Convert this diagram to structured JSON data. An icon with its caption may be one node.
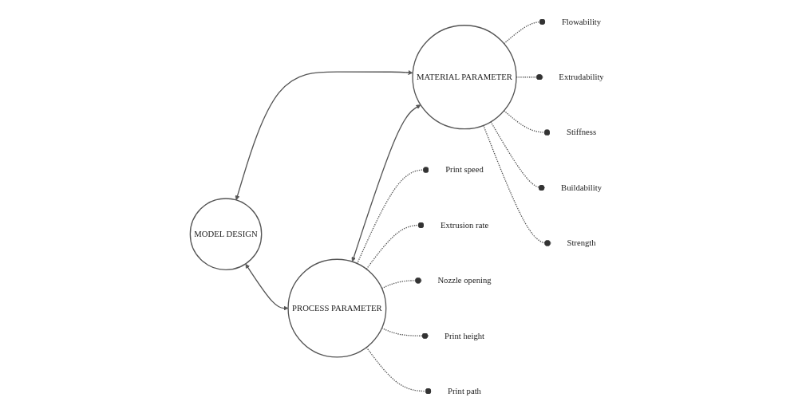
{
  "diagram": {
    "nodes": [
      {
        "text": [
          "MODEL DESIGN"
        ]
      },
      {
        "text": [
          "MATERIAL PARAMETER"
        ]
      },
      {
        "text": [
          "PROCESS PARAMETER"
        ]
      },
      {
        "text": [
          "Flowability"
        ]
      },
      {
        "text": [
          "Extrudability"
        ]
      },
      {
        "text": [
          "Stiffness"
        ]
      },
      {
        "text": [
          "Buildability"
        ]
      },
      {
        "text": [
          "Strength"
        ]
      },
      {
        "text": [
          "Print speed"
        ]
      },
      {
        "text": [
          "Extrusion rate"
        ]
      },
      {
        "text": [
          "Nozzle opening"
        ]
      },
      {
        "text": [
          "Print height"
        ]
      },
      {
        "text": [
          "Print path"
        ]
      }
    ],
    "edges": [
      {
        "from": 0,
        "to": 2,
        "arrow": "both"
      },
      {
        "from": 2,
        "to": 1,
        "arrow": "both"
      },
      {
        "from": 1,
        "to": 0,
        "arrow": "both"
      },
      {
        "from": 1,
        "to": 3,
        "arrow": "other",
        "style": "dashed"
      },
      {
        "from": 1,
        "to": 4,
        "arrow": "other",
        "style": "dashed"
      },
      {
        "from": 1,
        "to": 5,
        "arrow": "other",
        "style": "dashed"
      },
      {
        "from": 1,
        "to": 6,
        "arrow": "other",
        "style": "dashed"
      },
      {
        "from": 1,
        "to": 7,
        "arrow": "other",
        "style": "dashed"
      },
      {
        "from": 2,
        "to": 8,
        "arrow": "other",
        "style": "dashed"
      },
      {
        "from": 2,
        "to": 9,
        "arrow": "other",
        "style": "dashed"
      },
      {
        "from": 2,
        "to": 10,
        "arrow": "other",
        "style": "dashed"
      },
      {
        "from": 2,
        "to": 11,
        "arrow": "other",
        "style": "dashed"
      },
      {
        "from": 2,
        "to": 12,
        "arrow": "other",
        "style": "dashed"
      }
    ]
  }
}
